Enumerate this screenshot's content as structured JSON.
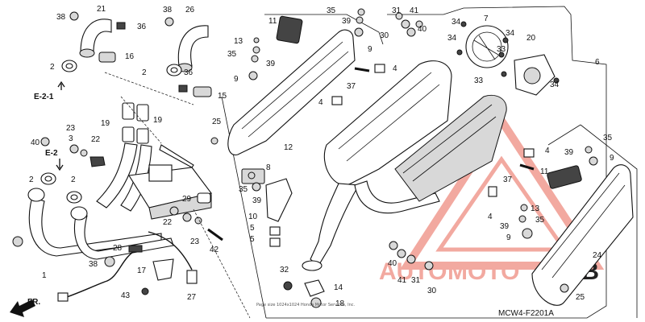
{
  "callouts": [
    {
      "id": "c38a",
      "text": "38"
    },
    {
      "id": "c21",
      "text": "21"
    },
    {
      "id": "c36a",
      "text": "36"
    },
    {
      "id": "c38b",
      "text": "38"
    },
    {
      "id": "c26",
      "text": "26"
    },
    {
      "id": "c16",
      "text": "16"
    },
    {
      "id": "c2a",
      "text": "2"
    },
    {
      "id": "c2b",
      "text": "2"
    },
    {
      "id": "c36b",
      "text": "36"
    },
    {
      "id": "c15",
      "text": "15"
    },
    {
      "id": "c19a",
      "text": "19"
    },
    {
      "id": "c19b",
      "text": "19"
    },
    {
      "id": "c25a",
      "text": "25"
    },
    {
      "id": "c40a",
      "text": "40"
    },
    {
      "id": "c23a",
      "text": "23"
    },
    {
      "id": "c3",
      "text": "3"
    },
    {
      "id": "c22a",
      "text": "22"
    },
    {
      "id": "c2c",
      "text": "2"
    },
    {
      "id": "c2d",
      "text": "2"
    },
    {
      "id": "c29",
      "text": "29"
    },
    {
      "id": "c22b",
      "text": "22"
    },
    {
      "id": "c23b",
      "text": "23"
    },
    {
      "id": "c42",
      "text": "42"
    },
    {
      "id": "c28",
      "text": "28"
    },
    {
      "id": "c38c",
      "text": "38"
    },
    {
      "id": "c1",
      "text": "1"
    },
    {
      "id": "c17",
      "text": "17"
    },
    {
      "id": "c27",
      "text": "27"
    },
    {
      "id": "c43",
      "text": "43"
    },
    {
      "id": "c11a",
      "text": "11"
    },
    {
      "id": "c13a",
      "text": "13"
    },
    {
      "id": "c35a",
      "text": "35"
    },
    {
      "id": "c39a",
      "text": "39"
    },
    {
      "id": "c9a",
      "text": "9"
    },
    {
      "id": "c12",
      "text": "12"
    },
    {
      "id": "c35b",
      "text": "35"
    },
    {
      "id": "c39b",
      "text": "39"
    },
    {
      "id": "c9b",
      "text": "9"
    },
    {
      "id": "c31a",
      "text": "31"
    },
    {
      "id": "c41a",
      "text": "41"
    },
    {
      "id": "c30a",
      "text": "30"
    },
    {
      "id": "c40b",
      "text": "40"
    },
    {
      "id": "c4a",
      "text": "4"
    },
    {
      "id": "c37a",
      "text": "37"
    },
    {
      "id": "c4b",
      "text": "4"
    },
    {
      "id": "c34a",
      "text": "34"
    },
    {
      "id": "c7",
      "text": "7"
    },
    {
      "id": "c34b",
      "text": "34"
    },
    {
      "id": "c34c",
      "text": "34"
    },
    {
      "id": "c20",
      "text": "20"
    },
    {
      "id": "c33a",
      "text": "33"
    },
    {
      "id": "c33b",
      "text": "33"
    },
    {
      "id": "c34d",
      "text": "34"
    },
    {
      "id": "c6",
      "text": "6"
    },
    {
      "id": "c8",
      "text": "8"
    },
    {
      "id": "c35c",
      "text": "35"
    },
    {
      "id": "c39c",
      "text": "39"
    },
    {
      "id": "c10",
      "text": "10"
    },
    {
      "id": "c5a",
      "text": "5"
    },
    {
      "id": "c5b",
      "text": "5"
    },
    {
      "id": "c32",
      "text": "32"
    },
    {
      "id": "c14",
      "text": "14"
    },
    {
      "id": "c18",
      "text": "18"
    },
    {
      "id": "c35d",
      "text": "35"
    },
    {
      "id": "c4c",
      "text": "4"
    },
    {
      "id": "c39d",
      "text": "39"
    },
    {
      "id": "c9c",
      "text": "9"
    },
    {
      "id": "c11b",
      "text": "11"
    },
    {
      "id": "c37b",
      "text": "37"
    },
    {
      "id": "c4d",
      "text": "4"
    },
    {
      "id": "c13b",
      "text": "13"
    },
    {
      "id": "c39e",
      "text": "39"
    },
    {
      "id": "c35e",
      "text": "35"
    },
    {
      "id": "c9d",
      "text": "9"
    },
    {
      "id": "c40c",
      "text": "40"
    },
    {
      "id": "c41b",
      "text": "41"
    },
    {
      "id": "c31b",
      "text": "31"
    },
    {
      "id": "c30b",
      "text": "30"
    },
    {
      "id": "c24",
      "text": "24"
    },
    {
      "id": "c25b",
      "text": "25"
    }
  ],
  "refs": {
    "e21": "E-2-1",
    "e2": "E-2"
  },
  "direction_label": "FR.",
  "diagram_code": "MCW4-F2201A",
  "watermark": {
    "part1": "AUTO",
    "part2": "MOTO",
    "part3": "HUB",
    "color1": "#f2a9a0",
    "color3": "#111111"
  },
  "footnote": "Page size 1024x1024 Honda Motor Services, Inc."
}
